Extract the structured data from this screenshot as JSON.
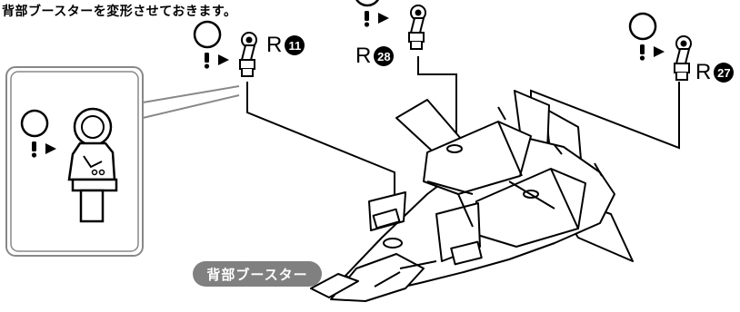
{
  "instruction": {
    "text": "背部ブースターを変形させておきます。"
  },
  "part_labels": [
    {
      "letter": "R",
      "number": "11"
    },
    {
      "letter": "R",
      "number": "28"
    },
    {
      "letter": "R",
      "number": "27"
    }
  ],
  "callout": {
    "label": "背部ブースター"
  },
  "icons": [
    "caution-icon",
    "hinge-part-icon",
    "fighter-aircraft-illustration",
    "detail-zoom-box"
  ]
}
